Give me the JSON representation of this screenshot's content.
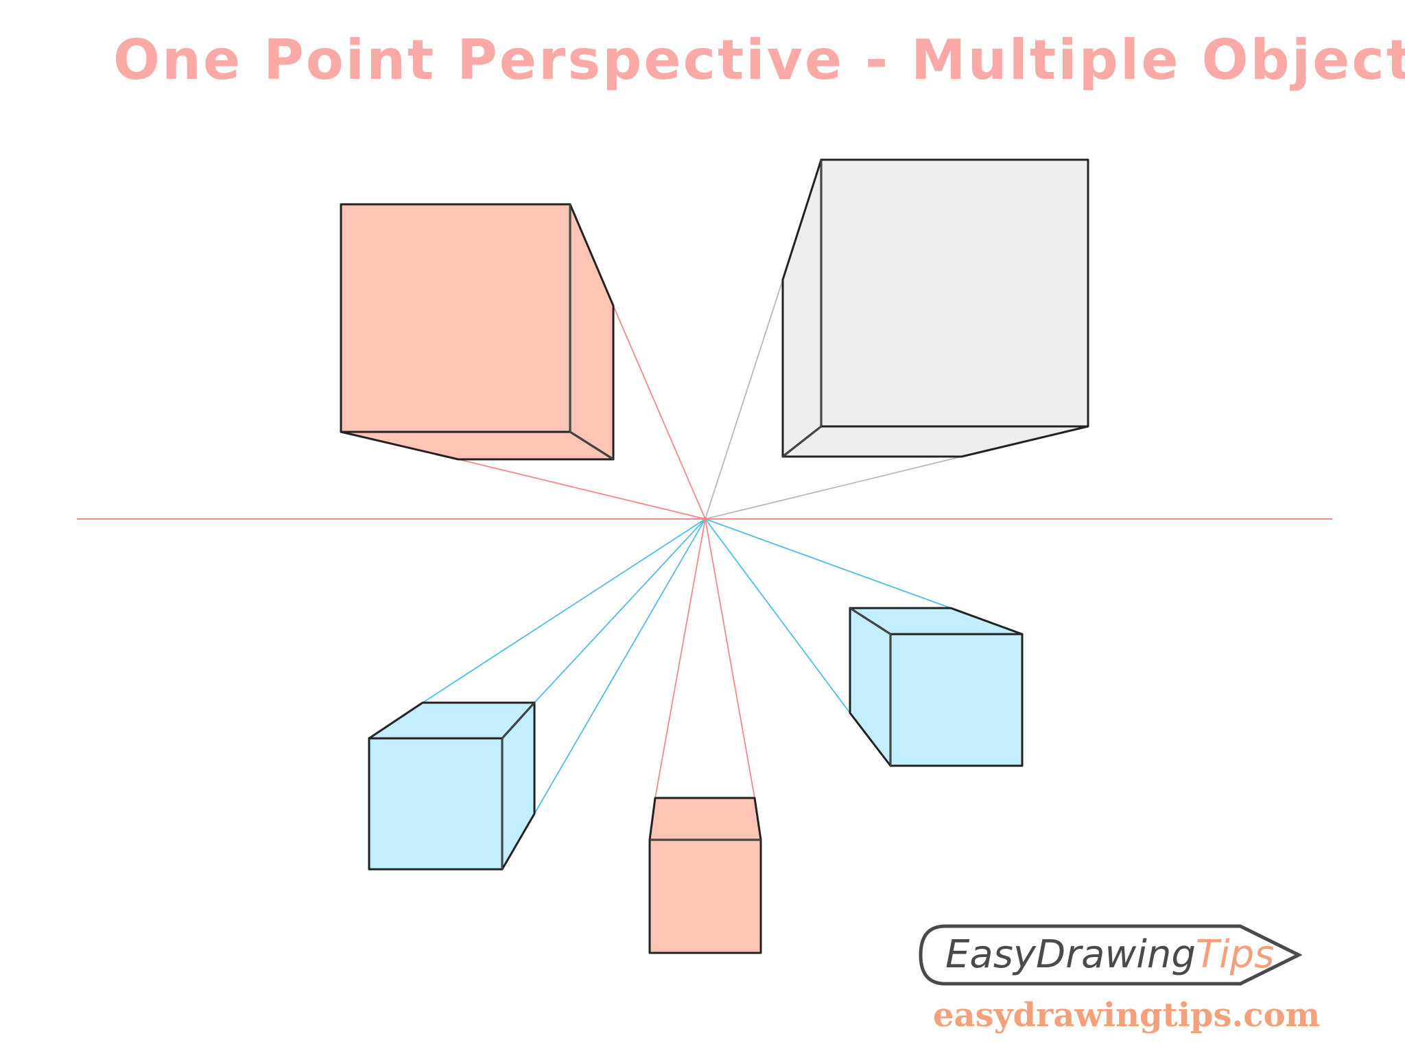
{
  "title": "One Point Perspective - Multiple Objects",
  "branding": {
    "name_part1": "EasyDrawing",
    "name_part2": "Tips",
    "url": "easydrawingtips.com"
  },
  "colors": {
    "title": "#f9a9a6",
    "horizon": "#f4878a",
    "guide_red": "#f4878a",
    "guide_gray": "#b8b8b8",
    "guide_blue": "#4fbde9",
    "salmon_fill": "#fec5b6",
    "gray_fill": "#eeedf0",
    "blue_fill": "#c3eefe",
    "outline": "#222222",
    "brand_dark": "#4a4a4a",
    "brand_accent": "#f4a07a",
    "url": "#f4a07a"
  },
  "objects": [
    {
      "name": "cube-top-left",
      "fill": "salmon",
      "guides": "red"
    },
    {
      "name": "cube-top-right",
      "fill": "gray",
      "guides": "gray"
    },
    {
      "name": "cube-bottom-left",
      "fill": "blue",
      "guides": "blue"
    },
    {
      "name": "box-bottom-center",
      "fill": "salmon",
      "guides": "red"
    },
    {
      "name": "cube-bottom-right",
      "fill": "blue",
      "guides": "blue"
    }
  ]
}
